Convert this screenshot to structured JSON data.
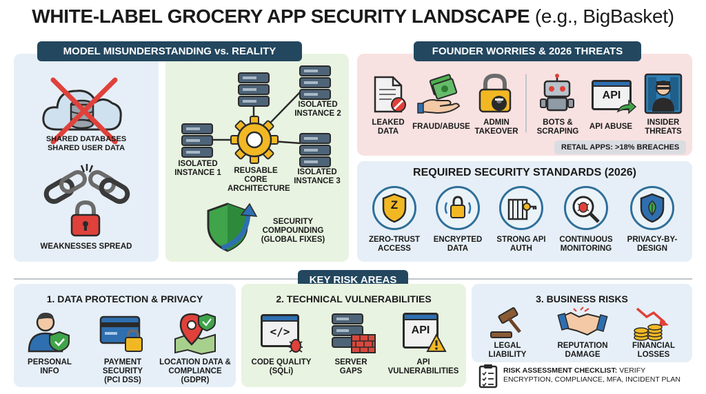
{
  "title": {
    "main": "WHITE-LABEL GROCERY APP SECURITY LANDSCAPE",
    "sub": "(e.g., BigBasket)"
  },
  "model": {
    "badge": "MODEL MISUNDERSTANDING vs. REALITY",
    "shared_line1": "SHARED DATABASES",
    "shared_line2": "SHARED USER DATA",
    "weakness": "WEAKNESSES SPREAD",
    "instance1": "ISOLATED INSTANCE 1",
    "instance2": "ISOLATED INSTANCE 2",
    "instance3": "ISOLATED INSTANCE 3",
    "core": "REUSABLE CORE ARCHITECTURE",
    "compounding": "SECURITY COMPOUNDING (GLOBAL FIXES)"
  },
  "worries": {
    "badge": "FOUNDER WORRIES & 2026 THREATS",
    "items": [
      "LEAKED DATA",
      "FRAUD/ABUSE",
      "ADMIN TAKEOVER",
      "BOTS & SCRAPING",
      "API ABUSE",
      "INSIDER THREATS"
    ],
    "api_icon_text": "API",
    "stat": "RETAIL APPS: >18% BREACHES"
  },
  "standards": {
    "title": "REQUIRED SECURITY STANDARDS (2026)",
    "items": [
      "ZERO-TRUST ACCESS",
      "ENCRYPTED DATA",
      "STRONG API AUTH",
      "CONTINUOUS MONITORING",
      "PRIVACY-BY-DESIGN"
    ],
    "zt_letter": "Z"
  },
  "risks": {
    "badge": "KEY RISK AREAS",
    "data": {
      "title": "1. DATA PROTECTION & PRIVACY",
      "items": [
        "PERSONAL INFO",
        "PAYMENT SECURITY (PCI DSS)",
        "LOCATION DATA & COMPLIANCE (GDPR)"
      ]
    },
    "tech": {
      "title": "2. TECHNICAL VULNERABILITIES",
      "items": [
        "CODE QUALITY (SQLi)",
        "SERVER GAPS",
        "API VULNERABILITIES"
      ],
      "code_glyph": "</>",
      "api_icon_text": "API"
    },
    "business": {
      "title": "3. BUSINESS RISKS",
      "items": [
        "LEGAL LIABILITY",
        "REPUTATION DAMAGE",
        "FINANCIAL LOSSES"
      ]
    },
    "checklist_label": "RISK ASSESSMENT CHECKLIST:",
    "checklist_text": "VERIFY ENCRYPTION, COMPLIANCE, MFA, INCIDENT PLAN"
  },
  "colors": {
    "badge": "#23475f",
    "blue_panel": "#e6eff7",
    "green_panel": "#e8f3e1",
    "pink_panel": "#f8e1e1",
    "accent_blue": "#2f6f9a"
  }
}
